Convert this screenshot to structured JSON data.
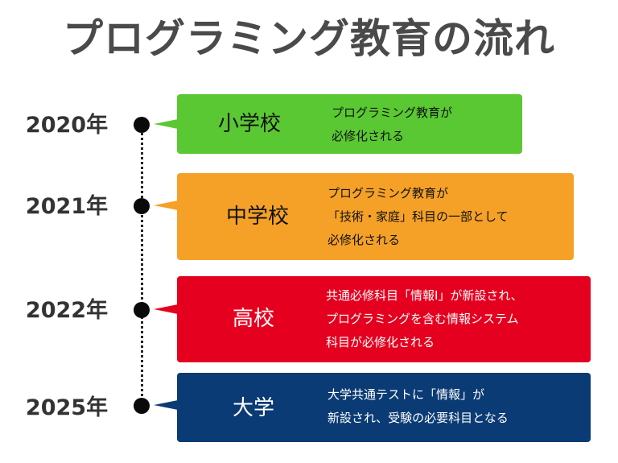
{
  "title": "プログラミング教育の流れ",
  "colors": {
    "elementary": "#5ac832",
    "junior_high": "#f5a127",
    "high_school": "#e5001f",
    "university": "#0b3b74"
  },
  "timeline": [
    {
      "year": "2020年",
      "school": "小学校",
      "description": "プログラミング教育が\n必修化される"
    },
    {
      "year": "2021年",
      "school": "中学校",
      "description": "プログラミング教育が\n「技術・家庭」科目の一部として\n必修化される"
    },
    {
      "year": "2022年",
      "school": "高校",
      "description": "共通必修科目「情報Ⅰ」が新設され、\nプログラミングを含む情報システム\n科目が必修化される"
    },
    {
      "year": "2025年",
      "school": "大学",
      "description": "大学共通テストに「情報」が\n新設され、受験の必要科目となる"
    }
  ]
}
